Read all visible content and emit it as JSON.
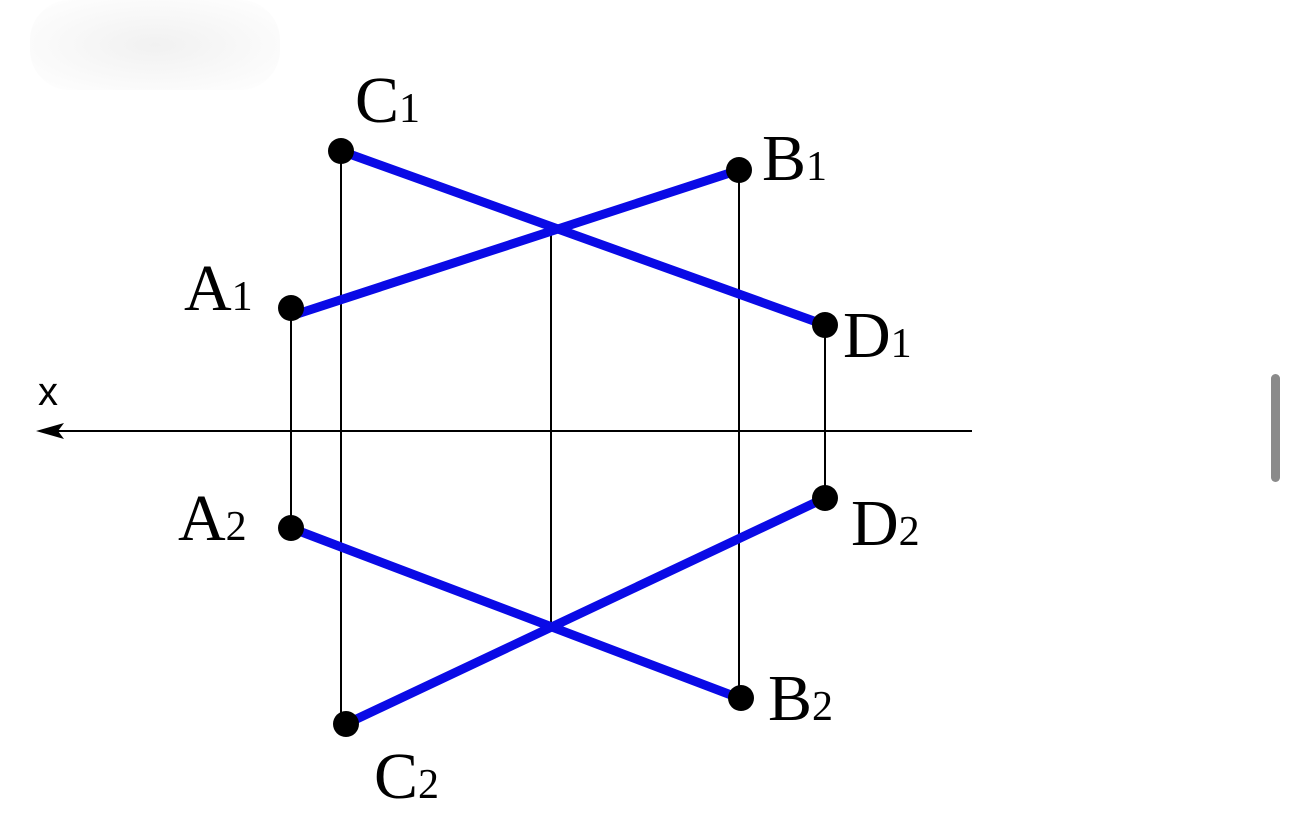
{
  "axis": {
    "label": "x"
  },
  "points": {
    "A1": {
      "letter": "A",
      "index": "1"
    },
    "B1": {
      "letter": "B",
      "index": "1"
    },
    "C1": {
      "letter": "C",
      "index": "1"
    },
    "D1": {
      "letter": "D",
      "index": "1"
    },
    "A2": {
      "letter": "A",
      "index": "2"
    },
    "B2": {
      "letter": "B",
      "index": "2"
    },
    "C2": {
      "letter": "C",
      "index": "2"
    },
    "D2": {
      "letter": "D",
      "index": "2"
    }
  },
  "colors": {
    "segment": "#0a0ae6",
    "line": "#000000",
    "point": "#000000"
  }
}
